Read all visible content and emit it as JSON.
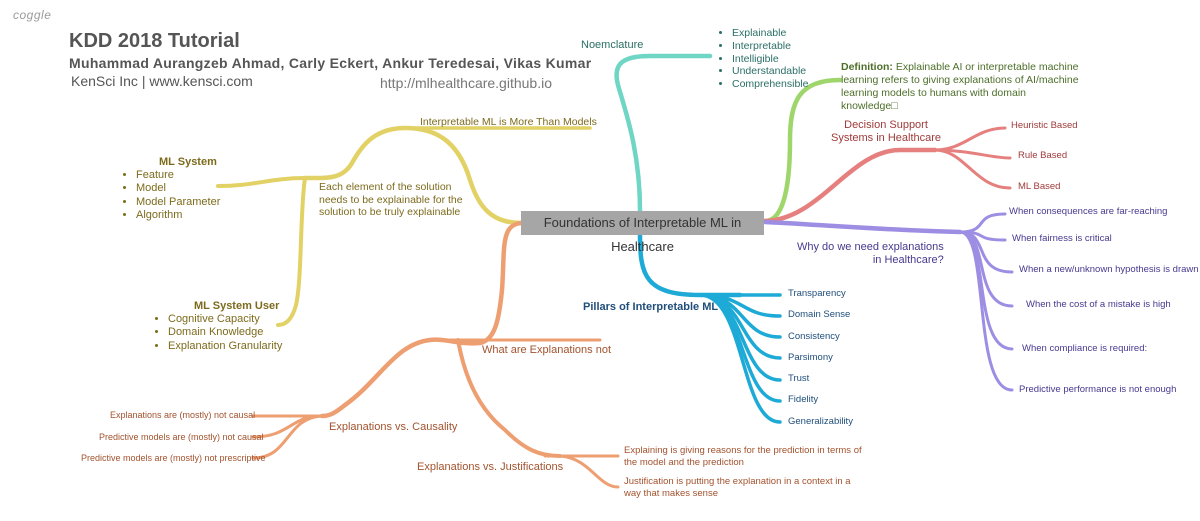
{
  "header": {
    "logo": "coggle",
    "title": "KDD 2018 Tutorial",
    "authors": "Muhammad Aurangzeb Ahmad, Carly Eckert, Ankur Teredesai, Vikas Kumar",
    "org": "KenSci Inc | www.kensci.com",
    "url": "http://mlhealthcare.github.io"
  },
  "central": "Foundations of Interpretable ML in Healthcare",
  "nomenclature": {
    "label": "Noemclature",
    "items": [
      "Explainable",
      "Interpretable",
      "Intelligible",
      "Understandable",
      "Comprehensible"
    ]
  },
  "definition": {
    "label": "Definition:",
    "text_lines": [
      " Explainable AI or interpretable machine",
      "learning refers to giving explanations of AI/machine",
      "learning models to humans with domain",
      "knowledge□"
    ]
  },
  "decision_support": {
    "label_lines": [
      "Decision Support",
      "Systems in Healthcare"
    ],
    "items": [
      "Heuristic Based",
      "Rule Based",
      "ML Based"
    ]
  },
  "why_needed": {
    "label_lines": [
      "Why do we need explanations",
      "in Healthcare?"
    ],
    "items": [
      "When consequences are far-reaching",
      "When fairness is critical",
      "When a new/unknown hypothesis is drawn",
      "When the cost of a mistake is high",
      "When compliance is required:",
      "Predictive performance is not enough"
    ]
  },
  "pillars": {
    "label": "Pillars of Interpretable ML",
    "items": [
      "Transparency",
      "Domain Sense",
      "Consistency",
      "Parsimony",
      "Trust",
      "Fidelity",
      "Generalizability"
    ]
  },
  "more_than_models": {
    "label": "Interpretable ML is More Than Models",
    "note_lines": [
      "Each element of the solution",
      "needs to be explainable for the",
      "solution to be truly explainable"
    ],
    "ml_system": {
      "label": "ML System",
      "items": [
        "Feature",
        "Model",
        "Model Parameter",
        "Algorithm"
      ]
    },
    "ml_system_user": {
      "label": "ML System User",
      "items": [
        "Cognitive Capacity",
        "Domain Knowledge",
        "Explanation Granularity"
      ]
    }
  },
  "not_explanations": {
    "label": "What are Explanations not",
    "causality": {
      "label": "Explanations vs. Causality",
      "items": [
        "Explanations are (mostly) not causal",
        "Predictive models are (mostly) not causal",
        "Predictive models are (mostly) not prescriptive"
      ]
    },
    "justifications": {
      "label": "Explanations vs. Justifications",
      "items": [
        [
          "Explaining is giving reasons for the prediction in terms of",
          "the model and the prediction"
        ],
        [
          "Justification is putting the explanation in a context in a",
          "way that makes sense"
        ]
      ]
    }
  },
  "colors": {
    "olive": "#e2d164",
    "orange": "#ee9f72",
    "teal": "#6fd6c5",
    "green": "#9fd66c",
    "red": "#e5807e",
    "purple": "#9d8ee3",
    "blue": "#1eaad6"
  }
}
